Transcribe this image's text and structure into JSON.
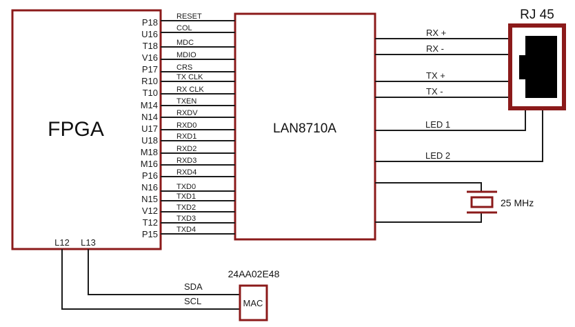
{
  "colors": {
    "component_outline": "#8b1a1a",
    "wire": "#1a1a1a",
    "connector_fill": "#000000"
  },
  "fpga": {
    "label": "FPGA",
    "bottom_pins": [
      {
        "pin": "L12",
        "net": "SCL"
      },
      {
        "pin": "L13",
        "net": "SDA"
      }
    ]
  },
  "phy": {
    "label": "LAN8710A"
  },
  "connections": [
    {
      "pin": "P18",
      "signal": "RESET"
    },
    {
      "pin": "U16",
      "signal": "COL"
    },
    {
      "pin": "T18",
      "signal": "MDC"
    },
    {
      "pin": "V16",
      "signal": "MDIO"
    },
    {
      "pin": "P17",
      "signal": "CRS"
    },
    {
      "pin": "R10",
      "signal": "TX CLK"
    },
    {
      "pin": "T10",
      "signal": "RX CLK"
    },
    {
      "pin": "M14",
      "signal": "TXEN"
    },
    {
      "pin": "N14",
      "signal": "RXDV"
    },
    {
      "pin": "U17",
      "signal": "RXD0"
    },
    {
      "pin": "U18",
      "signal": "RXD1"
    },
    {
      "pin": "M18",
      "signal": "RXD2"
    },
    {
      "pin": "M16",
      "signal": "RXD3"
    },
    {
      "pin": "P16",
      "signal": "RXD4"
    },
    {
      "pin": "N16",
      "signal": "TXD0"
    },
    {
      "pin": "N15",
      "signal": "TXD1"
    },
    {
      "pin": "V12",
      "signal": "TXD2"
    },
    {
      "pin": "T12",
      "signal": "TXD3"
    },
    {
      "pin": "P15",
      "signal": "TXD4"
    }
  ],
  "rj45": {
    "label": "RJ 45",
    "signals": [
      "RX +",
      "RX -",
      "TX +",
      "TX -",
      "LED 1",
      "LED 2"
    ]
  },
  "crystal": {
    "label": "25 MHz"
  },
  "eeprom": {
    "part": "24AA02E48",
    "label": "MAC",
    "signals": [
      "SDA",
      "SCL"
    ]
  }
}
